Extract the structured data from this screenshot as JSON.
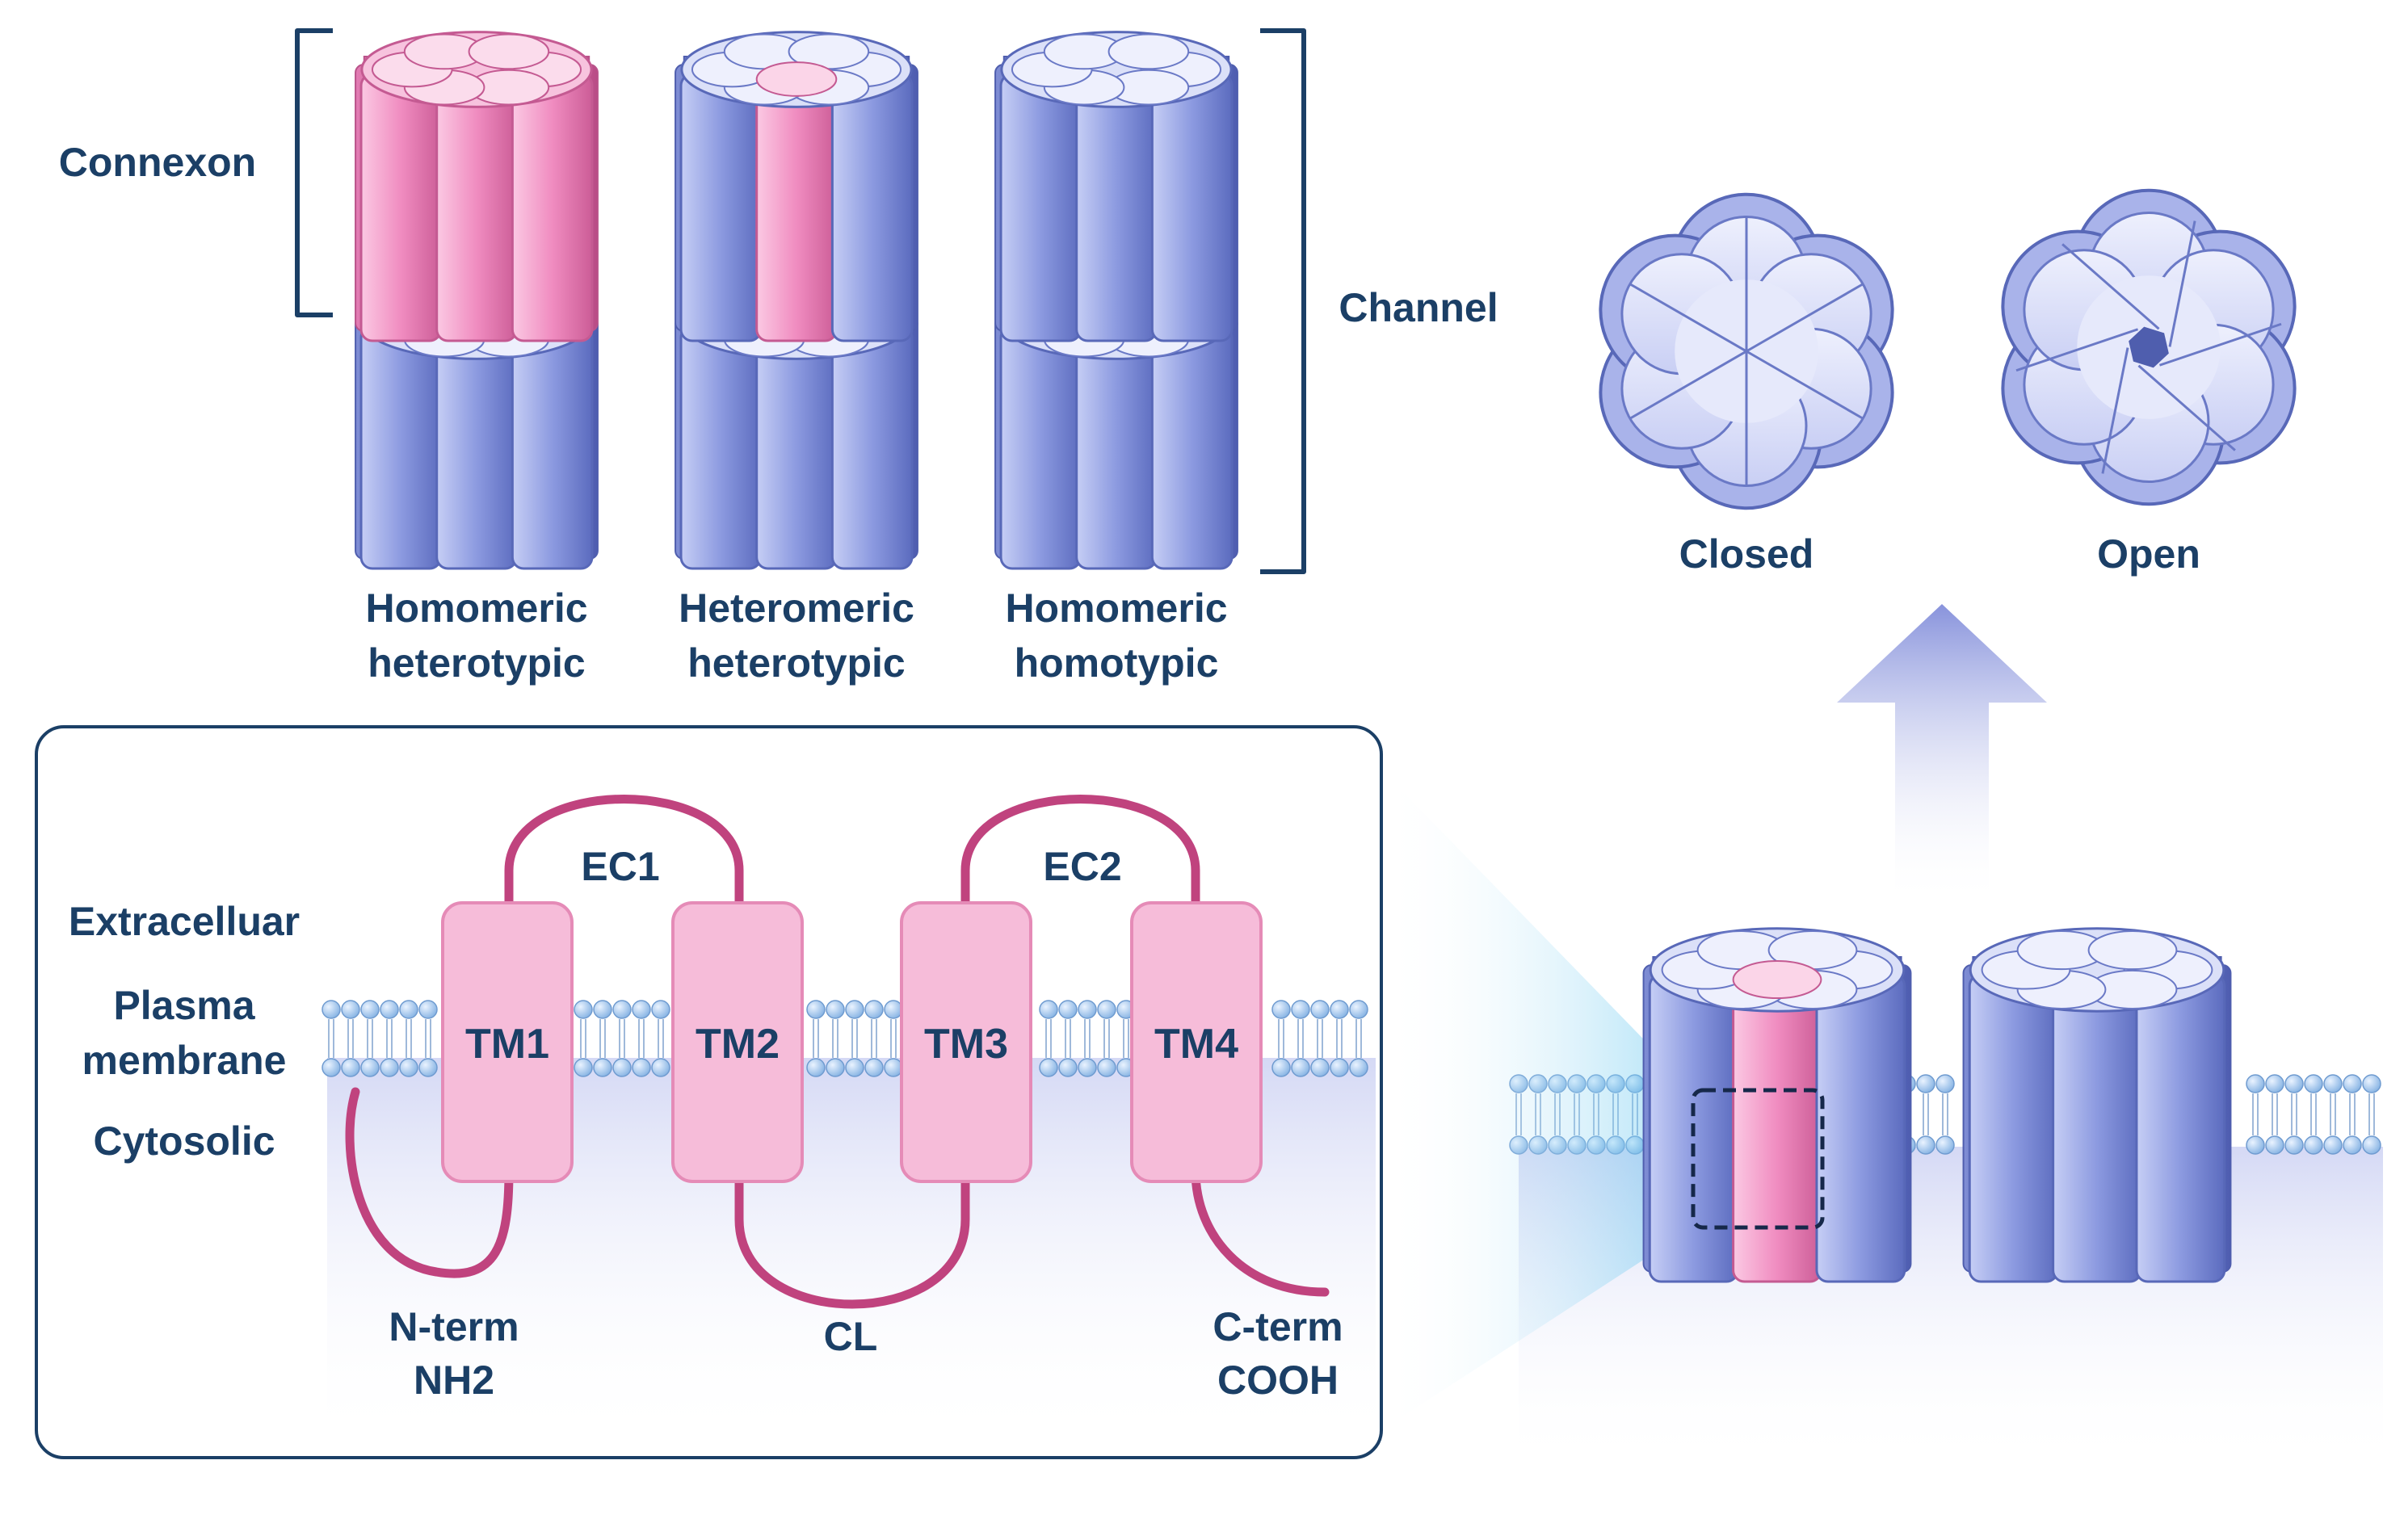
{
  "top": {
    "connexon_label": "Connexon",
    "channel_label": "Channel",
    "types": [
      {
        "line1": "Homomeric",
        "line2": "heterotypic"
      },
      {
        "line1": "Heteromeric",
        "line2": "heterotypic"
      },
      {
        "line1": "Homomeric",
        "line2": "homotypic"
      }
    ]
  },
  "gate": {
    "closed_label": "Closed",
    "open_label": "Open"
  },
  "topology": {
    "regions": {
      "extracellular": "Extracelluar",
      "plasma_line1": "Plasma",
      "plasma_line2": "membrane",
      "cytosolic": "Cytosolic"
    },
    "domains": [
      "TM1",
      "TM2",
      "TM3",
      "TM4"
    ],
    "loops": {
      "ec1": "EC1",
      "ec2": "EC2",
      "cl": "CL"
    },
    "n_term": {
      "line1": "N-term",
      "line2": "NH2"
    },
    "c_term": {
      "line1": "C-term",
      "line2": "COOH"
    }
  },
  "colors": {
    "blue_subunit": "#7f8ed8",
    "pink_subunit": "#f08cc0",
    "loop_line": "#c0437e",
    "tm_fill": "#f6bcd9",
    "text": "#1b3f66",
    "lipid_head": "#a8c8ec"
  }
}
